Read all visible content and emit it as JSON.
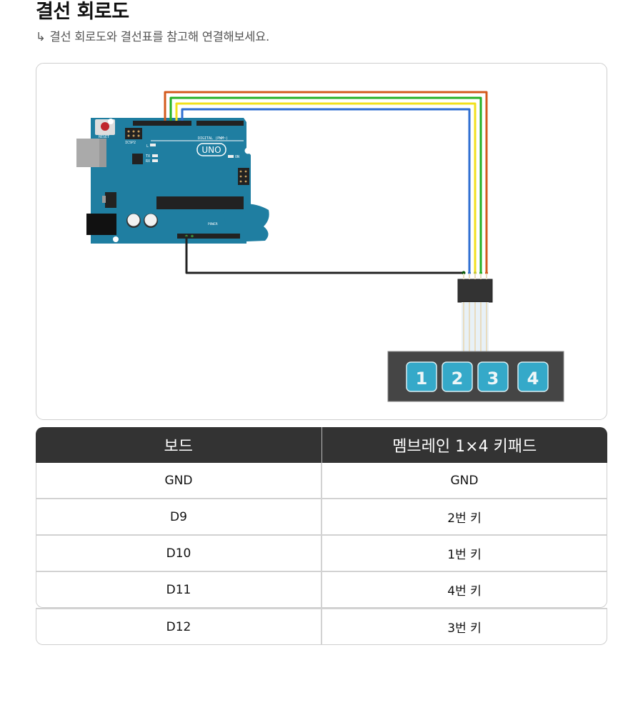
{
  "header": {
    "title": "결선 회로도",
    "subtitle_arrow": "↳",
    "subtitle": "결선 회로도와 결선표를 참고해 연결해보세요."
  },
  "diagram": {
    "board_label": "UNO",
    "reset_label": "RESET",
    "icsp_label": "ICSP2",
    "digital_label": "DIGITAL (PWM~)",
    "power_label": "POWER",
    "on_label": "ON",
    "led_labels": [
      "L",
      "TX",
      "RX"
    ],
    "keypad_keys": [
      "1",
      "2",
      "3",
      "4"
    ],
    "colors": {
      "board": "#1f7ea1",
      "wire_orange": "#d35a1c",
      "wire_green": "#24b024",
      "wire_yellow": "#f2e01c",
      "wire_blue": "#2f6fd1",
      "wire_black": "#222222",
      "keypad_body": "#454545",
      "key_fill": "#35a9c9"
    }
  },
  "table": {
    "headers": [
      "보드",
      "멤브레인 1×4 키패드"
    ],
    "rows": [
      [
        "GND",
        "GND"
      ],
      [
        "D9",
        "2번 키"
      ],
      [
        "D10",
        "1번 키"
      ],
      [
        "D11",
        "4번 키"
      ],
      [
        "D12",
        "3번 키"
      ]
    ]
  }
}
